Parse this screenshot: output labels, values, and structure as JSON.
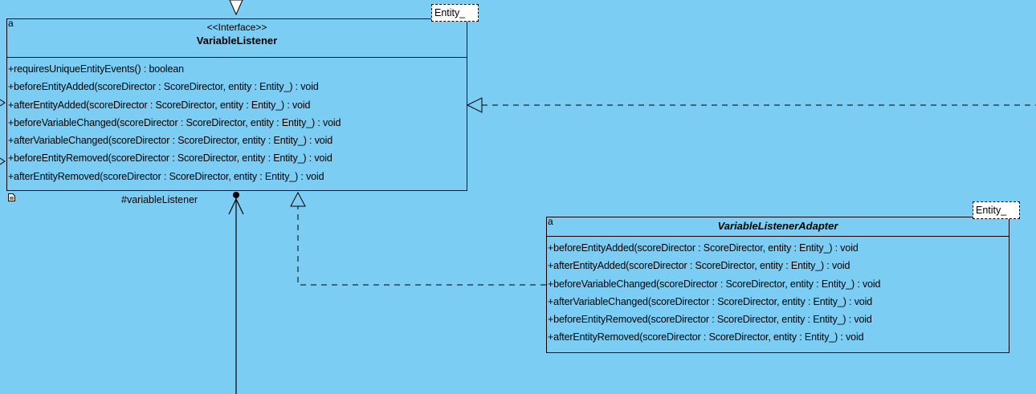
{
  "variable_listener": {
    "abstract_marker": "a",
    "stereotype": "<<Interface>>",
    "name": "VariableListener",
    "template_param": "Entity_",
    "operations": [
      "+requiresUniqueEntityEvents() : boolean",
      "+beforeEntityAdded(scoreDirector : ScoreDirector, entity : Entity_) : void",
      "+afterEntityAdded(scoreDirector : ScoreDirector, entity : Entity_) : void",
      "+beforeVariableChanged(scoreDirector : ScoreDirector, entity : Entity_) : void",
      "+afterVariableChanged(scoreDirector : ScoreDirector, entity : Entity_) : void",
      "+beforeEntityRemoved(scoreDirector : ScoreDirector, entity : Entity_) : void",
      "+afterEntityRemoved(scoreDirector : ScoreDirector, entity : Entity_) : void"
    ]
  },
  "variable_listener_adapter": {
    "abstract_marker": "a",
    "name": "VariableListenerAdapter",
    "template_param": "Entity_",
    "operations": [
      "+beforeEntityAdded(scoreDirector : ScoreDirector, entity : Entity_) : void",
      "+afterEntityAdded(scoreDirector : ScoreDirector, entity : Entity_) : void",
      "+beforeVariableChanged(scoreDirector : ScoreDirector, entity : Entity_) : void",
      "+afterVariableChanged(scoreDirector : ScoreDirector, entity : Entity_) : void",
      "+beforeEntityRemoved(scoreDirector : ScoreDirector, entity : Entity_) : void",
      "+afterEntityRemoved(scoreDirector : ScoreDirector, entity : Entity_) : void"
    ]
  },
  "association": {
    "role_label": "#variableListener"
  },
  "colors": {
    "background": "#7ccdf4",
    "line": "#000000",
    "param_box": "#ffffff"
  }
}
